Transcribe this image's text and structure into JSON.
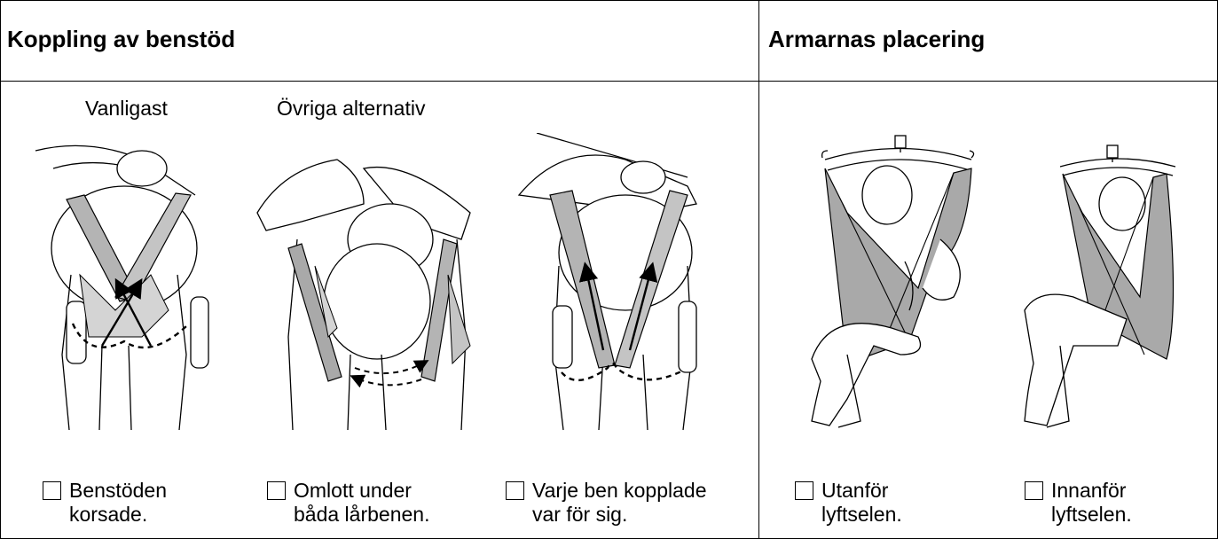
{
  "sections": {
    "coupling": {
      "title": "Koppling av benstöd",
      "subtitles": [
        "Vanligast",
        "Övriga alternativ"
      ],
      "options": [
        {
          "line1": "Benstöden",
          "line2": "korsade."
        },
        {
          "line1": "Omlott under",
          "line2": "båda lårbenen."
        },
        {
          "line1": "Varje ben kopplade",
          "line2": "var för sig."
        }
      ]
    },
    "arms": {
      "title": "Armarnas placering",
      "options": [
        {
          "line1": "Utanför",
          "line2": "lyftselen."
        },
        {
          "line1": "Innanför",
          "line2": "lyftselen."
        }
      ]
    }
  },
  "icons": [
    "legs-crossed-illustration",
    "legs-wrapped-illustration",
    "legs-separate-illustration",
    "arms-outside-illustration",
    "arms-inside-illustration"
  ],
  "colors": {
    "line": "#000000",
    "sling_fill": "#a9a9a9",
    "sling_light": "#d4d4d4"
  }
}
